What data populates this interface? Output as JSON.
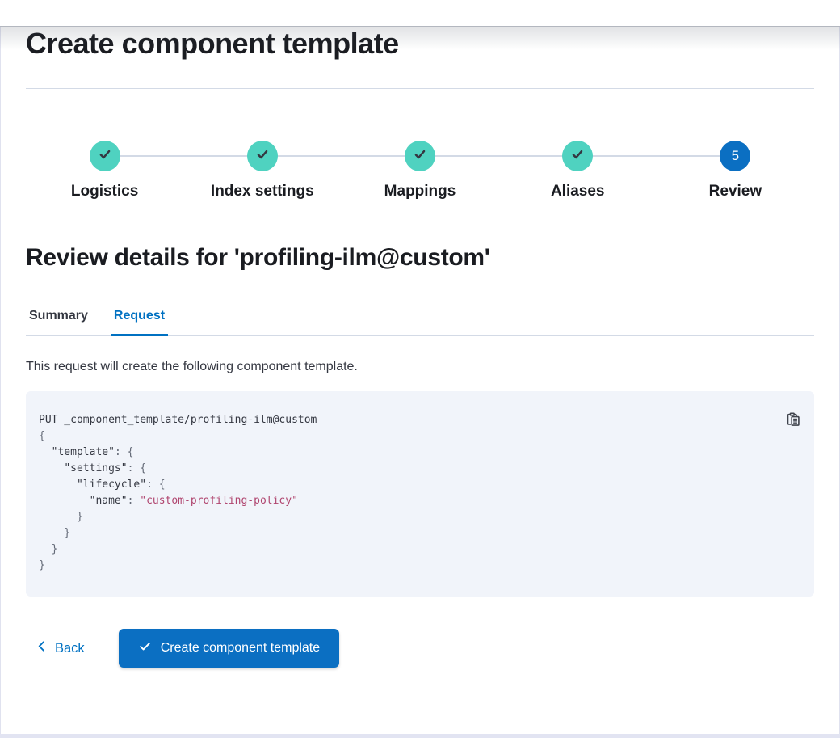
{
  "page": {
    "title": "Create component template"
  },
  "stepper": {
    "steps": [
      {
        "label": "Logistics",
        "status": "complete"
      },
      {
        "label": "Index settings",
        "status": "complete"
      },
      {
        "label": "Mappings",
        "status": "complete"
      },
      {
        "label": "Aliases",
        "status": "complete"
      },
      {
        "label": "Review",
        "status": "current",
        "number": "5"
      }
    ]
  },
  "review": {
    "heading": "Review details for 'profiling-ilm@custom'",
    "tabs": [
      {
        "label": "Summary",
        "active": false
      },
      {
        "label": "Request",
        "active": true
      }
    ],
    "description": "This request will create the following component template."
  },
  "code": {
    "lines": [
      [
        {
          "t": "PUT _component_template/profiling-ilm@custom",
          "c": "plain"
        }
      ],
      [
        {
          "t": "{",
          "c": "punct"
        }
      ],
      [
        {
          "t": "  ",
          "c": "plain"
        },
        {
          "t": "\"template\"",
          "c": "key"
        },
        {
          "t": ": {",
          "c": "punct"
        }
      ],
      [
        {
          "t": "    ",
          "c": "plain"
        },
        {
          "t": "\"settings\"",
          "c": "key"
        },
        {
          "t": ": {",
          "c": "punct"
        }
      ],
      [
        {
          "t": "      ",
          "c": "plain"
        },
        {
          "t": "\"lifecycle\"",
          "c": "key"
        },
        {
          "t": ": {",
          "c": "punct"
        }
      ],
      [
        {
          "t": "        ",
          "c": "plain"
        },
        {
          "t": "\"name\"",
          "c": "key"
        },
        {
          "t": ": ",
          "c": "punct"
        },
        {
          "t": "\"custom-profiling-policy\"",
          "c": "string"
        }
      ],
      [
        {
          "t": "      }",
          "c": "punct"
        }
      ],
      [
        {
          "t": "    }",
          "c": "punct"
        }
      ],
      [
        {
          "t": "  }",
          "c": "punct"
        }
      ],
      [
        {
          "t": "}",
          "c": "punct"
        }
      ]
    ]
  },
  "footer": {
    "back_label": "Back",
    "create_label": "Create component template"
  },
  "icons": {
    "step_complete": "check-icon",
    "copy": "copy-clipboard-icon",
    "back": "chevron-left-icon",
    "create": "check-icon"
  },
  "colors": {
    "accent_blue": "#0071c2",
    "button_blue": "#0b6fc2",
    "step_complete_teal": "#4fd2c0",
    "heading_text": "#1a1c21",
    "body_text": "#343741",
    "divider": "#d3dae6",
    "code_background": "#f1f4fa",
    "code_string": "#b0456f",
    "code_punctuation": "#646a77"
  }
}
